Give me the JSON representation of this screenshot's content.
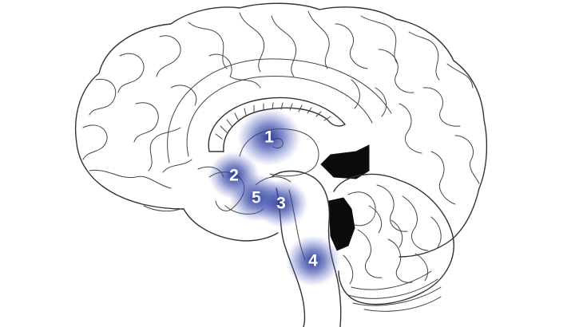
{
  "regions": [
    {
      "label": "1"
    },
    {
      "label": "2"
    },
    {
      "label": "3"
    },
    {
      "label": "4"
    },
    {
      "label": "5"
    }
  ],
  "colors": {
    "glow": "#2a3a9c",
    "outline": "#333333",
    "label": "#ffffff"
  }
}
